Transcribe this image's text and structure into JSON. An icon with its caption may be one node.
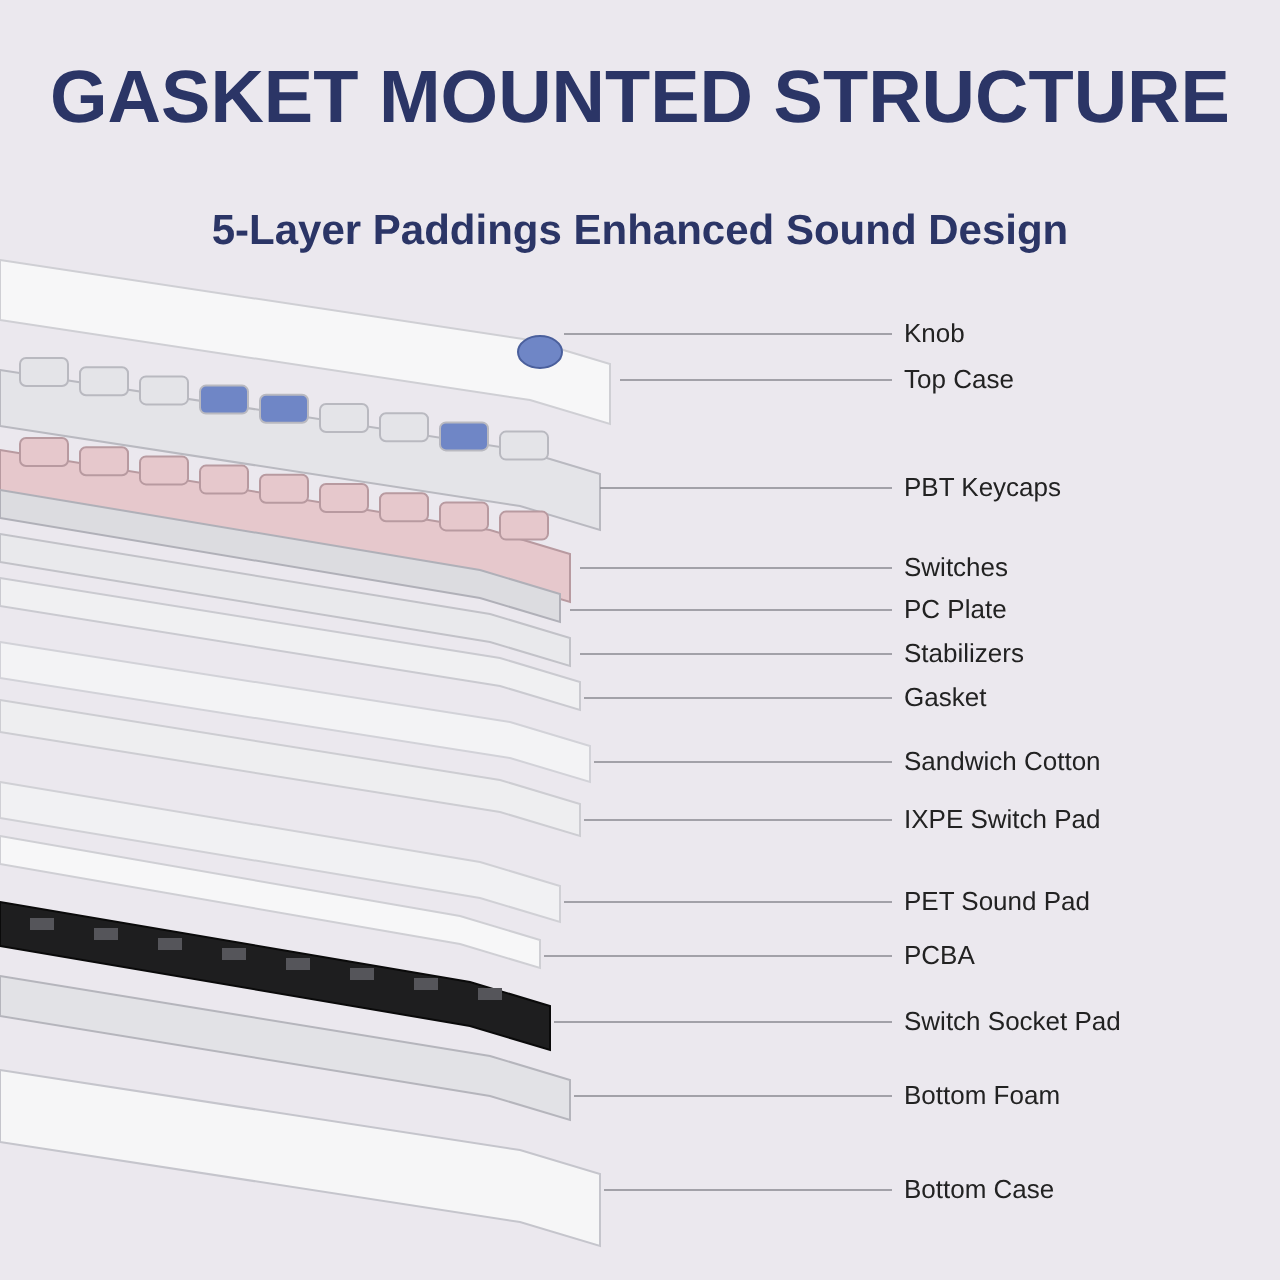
{
  "diagram": {
    "title": "GASKET MOUNTED STRUCTURE",
    "nodes": [
      {
        "text": [
          "Knob"
        ]
      },
      {
        "text": [
          "Top Case"
        ]
      },
      {
        "text": [
          "PBT Keycaps"
        ]
      },
      {
        "text": [
          "Switches"
        ]
      },
      {
        "text": [
          "PC Plate"
        ]
      },
      {
        "text": [
          "Stabilizers"
        ]
      },
      {
        "text": [
          "Gasket"
        ]
      },
      {
        "text": [
          "Sandwich Cotton"
        ]
      },
      {
        "text": [
          "IXPE Switch Pad"
        ]
      },
      {
        "text": [
          "PET Sound Pad"
        ]
      },
      {
        "text": [
          "PCBA"
        ]
      },
      {
        "text": [
          "Switch Socket Pad"
        ]
      },
      {
        "text": [
          "Bottom Foam"
        ]
      },
      {
        "text": [
          "Bottom Case"
        ]
      }
    ],
    "edges": [
      {
        "from": 0,
        "to": null,
        "arrow": "none"
      },
      {
        "from": 1,
        "to": null,
        "arrow": "none"
      },
      {
        "from": 2,
        "to": null,
        "arrow": "none"
      },
      {
        "from": 3,
        "to": null,
        "arrow": "none"
      },
      {
        "from": 4,
        "to": null,
        "arrow": "none"
      },
      {
        "from": 5,
        "to": null,
        "arrow": "none"
      },
      {
        "from": 6,
        "to": null,
        "arrow": "none"
      },
      {
        "from": 7,
        "to": null,
        "arrow": "none"
      },
      {
        "from": 8,
        "to": null,
        "arrow": "none"
      },
      {
        "from": 9,
        "to": null,
        "arrow": "none"
      },
      {
        "from": 10,
        "to": null,
        "arrow": "none"
      },
      {
        "from": 11,
        "to": null,
        "arrow": "none"
      },
      {
        "from": 12,
        "to": null,
        "arrow": "none"
      },
      {
        "from": 13,
        "to": null,
        "arrow": "none"
      }
    ],
    "labels": [
      "5-Layer Paddings Enhanced Sound Design"
    ]
  }
}
